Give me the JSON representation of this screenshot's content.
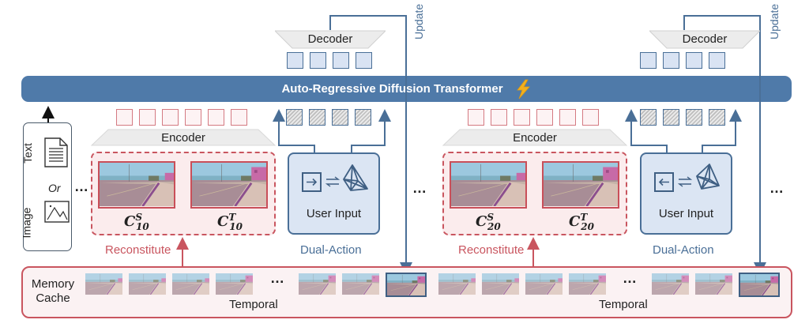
{
  "diagram": {
    "title": "Auto-Regressive Diffusion Transformer",
    "title_icon": "lightning-bolt-icon",
    "colors": {
      "transformer_bar": "#4f7aa9",
      "blue_accent": "#4a6f97",
      "red_accent": "#c9555f",
      "bolt": "#f2b01e",
      "decoder_token": "#d9e3f3",
      "encoder_token": "#fdf3f4",
      "user_input_bg": "#dbe5f3",
      "cache_bg": "#fbf2f3"
    },
    "input": {
      "text_label": "Text",
      "or_label": "Or",
      "image_label": "Image",
      "text_icon": "document-icon",
      "image_icon": "image-icon"
    },
    "ellipsis": "…",
    "stages": [
      {
        "decoder_label": "Decoder",
        "decoder_tokens": 4,
        "encoder_label": "Encoder",
        "encoder_tokens": 6,
        "action_tokens": 4,
        "update_label": "Update",
        "frames": [
          {
            "symbol": "C",
            "sup": "S",
            "sub": "10"
          },
          {
            "symbol": "C",
            "sup": "T",
            "sub": "10"
          }
        ],
        "reconstitute_label": "Reconstitute",
        "user_input_label": "User Input",
        "key_icon": "arrow-right-key-icon",
        "dual_action_label": "Dual-Action"
      },
      {
        "decoder_label": "Decoder",
        "decoder_tokens": 4,
        "encoder_label": "Encoder",
        "encoder_tokens": 6,
        "action_tokens": 4,
        "update_label": "Update",
        "frames": [
          {
            "symbol": "C",
            "sup": "S",
            "sub": "20"
          },
          {
            "symbol": "C",
            "sup": "T",
            "sub": "20"
          }
        ],
        "reconstitute_label": "Reconstitute",
        "user_input_label": "User Input",
        "key_icon": "arrow-left-key-icon",
        "dual_action_label": "Dual-Action"
      }
    ],
    "memory_cache": {
      "label_line1": "Memory",
      "label_line2": "Cache",
      "temporal_label": "Temporal",
      "segments": [
        {
          "frames_before_ellipsis": 4,
          "frames_after_ellipsis": 2,
          "current_frame": 1
        },
        {
          "frames_before_ellipsis": 4,
          "frames_after_ellipsis": 2,
          "current_frame": 1
        }
      ]
    }
  }
}
